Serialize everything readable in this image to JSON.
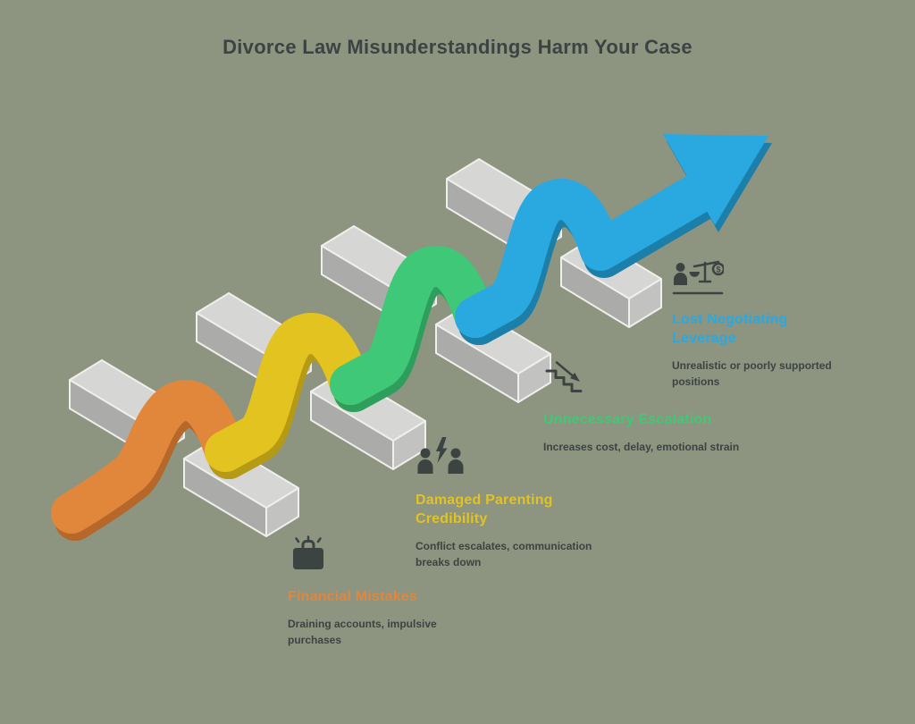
{
  "title": "Divorce Law Misunderstandings Harm Your Case",
  "background_color": "#8D9480",
  "title_color": "#3B4443",
  "text_color": "#3C4442",
  "block_colors": {
    "top": "#D6D6D4",
    "front": "#ABABA9",
    "cap": "#C2C2C0",
    "outline": "#EFEFEC"
  },
  "stages": [
    {
      "heading": "Financial Mistakes",
      "description": "Draining accounts, impulsive purchases",
      "color": "#E1873C",
      "color_dark": "#B5682A",
      "icon": "briefcase-icon"
    },
    {
      "heading": "Damaged Parenting Credibility",
      "description": "Conflict escalates, communication breaks down",
      "color": "#E2C31F",
      "color_dark": "#B49A15",
      "icon": "conflict-people-icon"
    },
    {
      "heading": "Unnecessary Escalation",
      "description": "Increases cost, delay, emotional strain",
      "color": "#3FC877",
      "color_dark": "#2E9E5C",
      "icon": "descending-stairs-icon"
    },
    {
      "heading": "Lost Negotiating Leverage",
      "description": "Unrealistic or poorly supported positions",
      "color": "#29A9E0",
      "color_dark": "#1C7FA9",
      "icon": "scale-person-icon",
      "icon_text": "$"
    }
  ]
}
